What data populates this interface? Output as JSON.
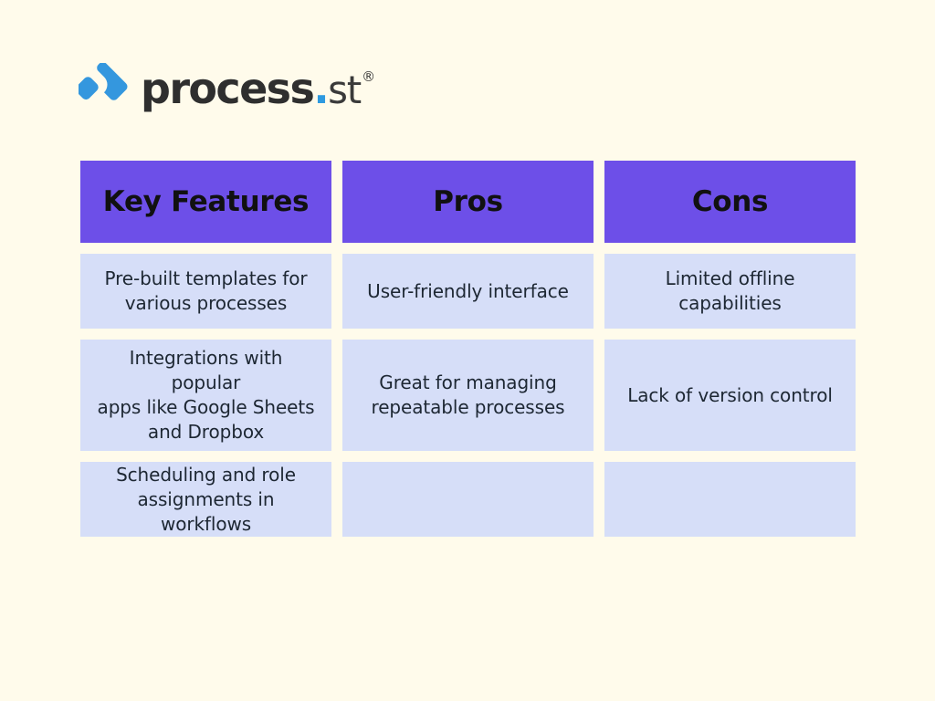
{
  "brand": {
    "logo_icon": "process-st-logo-mark",
    "name_main": "process",
    "name_dot": ".",
    "name_tld": "st",
    "trademark": "®",
    "mark_color": "#2e9ae0",
    "text_color": "#2f2f2f"
  },
  "theme": {
    "background": "#fffbeb",
    "header_bg": "#6d4fe8",
    "header_text": "#111111",
    "cell_bg": "#d6def8",
    "cell_text": "#1d2733"
  },
  "table": {
    "columns": [
      {
        "header": "Key Features"
      },
      {
        "header": "Pros"
      },
      {
        "header": "Cons"
      }
    ],
    "rows": [
      [
        "Pre-built templates for\nvarious processes",
        "User-friendly interface",
        "Limited offline\ncapabilities"
      ],
      [
        "Integrations with popular\napps like Google Sheets\nand Dropbox",
        "Great for managing\nrepeatable processes",
        "Lack of version control"
      ],
      [
        "Scheduling and role\nassignments in workflows",
        "",
        ""
      ]
    ]
  }
}
